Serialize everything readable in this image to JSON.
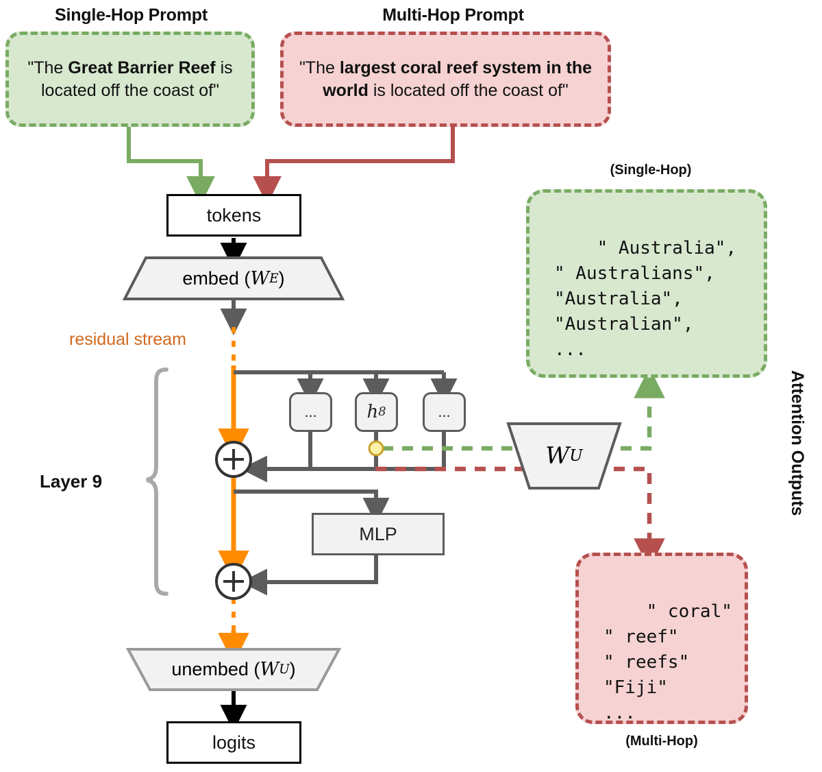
{
  "figure": {
    "title_single": "Single-Hop Prompt",
    "title_multi": "Multi-Hop Prompt",
    "label_single_hop_output": "(Single-Hop)",
    "label_multi_hop_output": "(Multi-Hop)",
    "attention_outputs_label": "Attention Outputs",
    "layer_label": "Layer 9",
    "residual_stream_label": "residual stream"
  },
  "prompts": {
    "single": {
      "pre": "\"The ",
      "bold": "Great Barrier Reef",
      "post": " is located off the coast of\"",
      "full": "\"The Great Barrier Reef is located off the coast of\"",
      "color": "#79ab63",
      "fill": "#d7e8cf"
    },
    "multi": {
      "pre": "\"The ",
      "bold": "largest coral reef system in the world",
      "post": " is located off the coast of\"",
      "full": "\"The largest coral reef system in the world is located off the coast of\"",
      "color": "#b5504f",
      "fill": "#f6d2d2"
    }
  },
  "outputs": {
    "single_hop": {
      "lines": [
        "\" Australia\",",
        "\" Australians\",",
        "\"Australia\",",
        "\"Australian\",",
        "..."
      ],
      "text": "\" Australia\",\n\" Australians\",\n\"Australia\",\n\"Australian\",\n..."
    },
    "multi_hop": {
      "lines": [
        "\" coral\"",
        "\" reef\"",
        "\" reefs\"",
        "\"Fiji\"",
        "..."
      ],
      "text": "\" coral\"\n\" reef\"\n\" reefs\"\n\"Fiji\"\n..."
    }
  },
  "nodes": {
    "tokens": "tokens",
    "embed_pre": "embed (",
    "embed_sym": "W",
    "embed_sub": "E",
    "embed_post": ")",
    "unembed_pre": "unembed (",
    "unembed_sym": "W",
    "unembed_sub": "U",
    "unembed_post": ")",
    "logits": "logits",
    "mlp": "MLP",
    "head_left": "...",
    "head_focus_sym": "h",
    "head_focus_sub": "8",
    "head_right": "...",
    "wu_sym": "W",
    "wu_sub": "U",
    "plus": "+"
  },
  "colors": {
    "green": "#79ab63",
    "red": "#b5504f",
    "orange": "#ff8c00",
    "gray": "#5c5c5c",
    "light_gray": "#a9a9a9",
    "black": "#000000",
    "yellow_node": "#fdf0a8",
    "green_fill": "#d7e8cf",
    "red_fill": "#f6d2d2",
    "resid_text": "#d2691e"
  }
}
